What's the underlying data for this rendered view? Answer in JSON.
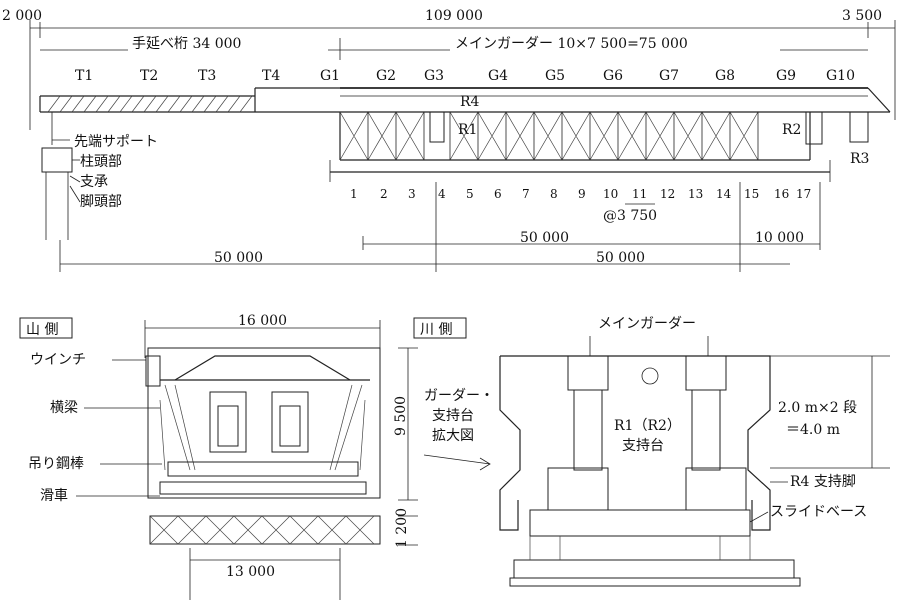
{
  "top_view": {
    "dims_top": {
      "left": "2 000",
      "total": "109 000",
      "right": "3 500"
    },
    "spans": {
      "nose": "手延べ桁 34 000",
      "main": "メインガーダー 10×7 500=75 000"
    },
    "nose_labels": [
      "T1",
      "T2",
      "T3",
      "T4"
    ],
    "girder_labels": [
      "G1",
      "G2",
      "G3",
      "G4",
      "G5",
      "G6",
      "G7",
      "G8",
      "G9",
      "G10"
    ],
    "support_labels": {
      "r1": "R1",
      "r2": "R2",
      "r3": "R3",
      "r4": "R4"
    },
    "pier_labels": {
      "tip": "先端サポート",
      "pier_head": "柱頭部",
      "bearing": "支承",
      "pier_base": "脚頭部"
    },
    "bay_numbers": [
      "1",
      "2",
      "3",
      "4",
      "5",
      "6",
      "7",
      "8",
      "9",
      "10",
      "11",
      "12",
      "13",
      "14",
      "15",
      "16",
      "17"
    ],
    "pitch": "@3 750",
    "dims_bottom": {
      "d1": "50 000",
      "d2": "10 000",
      "d3": "50 000",
      "d4": "50 000"
    }
  },
  "mountain_view": {
    "tag": "山 側",
    "width_top": "16 000",
    "width_bottom": "13 000",
    "height": "9 500",
    "base_height": "1 200",
    "labels": {
      "winch": "ウインチ",
      "cross_beam": "横梁",
      "rod": "吊り鋼棒",
      "pulley": "滑車"
    }
  },
  "river_view": {
    "tag": "川 側",
    "caption": [
      "ガーダー・",
      "支持台",
      "拡大図"
    ],
    "main_girder": "メインガーダー",
    "support": [
      "R1（R2）",
      "支持台"
    ],
    "height_note": [
      "2.0 m×2 段",
      "＝4.0 m"
    ],
    "r4_leg": "R4 支持脚",
    "slide_base": "スライドベース"
  }
}
